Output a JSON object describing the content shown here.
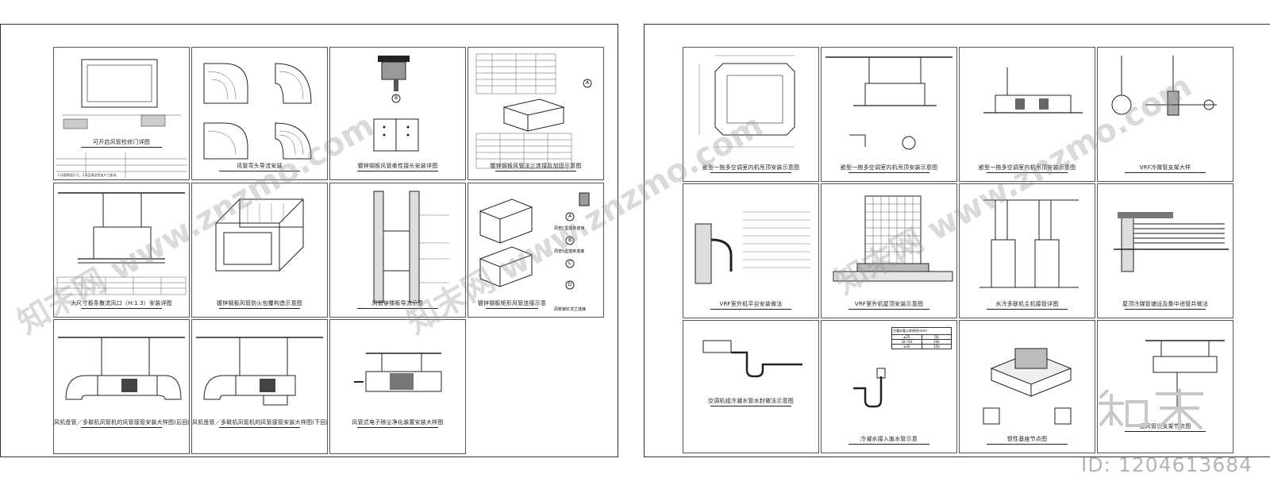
{
  "left_sheet": {
    "panels": [
      {
        "caption": "可开启风管检修门详图"
      },
      {
        "caption": "风管弯头导流安装"
      },
      {
        "caption": "镀锌钢板风管柔性接头安装详图"
      },
      {
        "caption": "镀锌钢板风管法兰连接及加固示意图"
      },
      {
        "caption": "大尺寸板条散流风口（H:1.3）安装详图"
      },
      {
        "caption": "镀锌钢板风管防火包覆构造示意图"
      },
      {
        "caption": "风管穿楼板导流示意"
      },
      {
        "caption": "镀锌钢板矩形风管连接示意"
      },
      {
        "caption": "风机盘管／多联机风管机的风管接管安装大样图(后回风)"
      },
      {
        "caption": "风机盘管／多联机风管机的风管接管安装大样图(下回风)"
      },
      {
        "caption": "风管式电子除尘净化装置安装大样图"
      }
    ],
    "detail_labels": [
      "风管C型插条连接",
      "风管S型插条连接",
      "风管铆钉法兰连接"
    ],
    "circle_markers": [
      "A",
      "B",
      "C",
      "D"
    ],
    "notes": [
      "1.风管断面尺寸，2-4层满足附加尺寸要求。"
    ]
  },
  "right_sheet": {
    "panels": [
      {
        "caption": "嵌型一拖多空调室内机吊顶安装示意图"
      },
      {
        "caption": "嵌型一拖多空调室内机吊顶安装示意图"
      },
      {
        "caption": "嵌型一拖多空调室内机吊顶安装示意图"
      },
      {
        "caption": "VRF冷媒管支架大样"
      },
      {
        "caption": "VRF室外机平台安装做法"
      },
      {
        "caption": "VRF室外机屋顶安装示意图"
      },
      {
        "caption": "水冷多联机主机接管详图"
      },
      {
        "caption": "屋顶冷媒管铺设及集中进管井做法"
      },
      {
        "caption": "空调机组冷凝水管水封做法示意图"
      },
      {
        "caption": "冷凝水接入废水管示意"
      },
      {
        "caption": "惯性基座节点图"
      },
      {
        "caption": "通风管道支架节点图"
      }
    ],
    "drain_table": {
      "header": "冷凝水管公称直径(mm)",
      "rows": [
        [
          "≤25",
          "50"
        ],
        [
          "32~50",
          "100"
        ],
        [
          "≥50",
          "150"
        ]
      ]
    }
  },
  "watermark": {
    "text": "知末网 www.znzmo.com"
  },
  "brand": {
    "name": "知末",
    "id_text": "ID: 1204613684"
  }
}
